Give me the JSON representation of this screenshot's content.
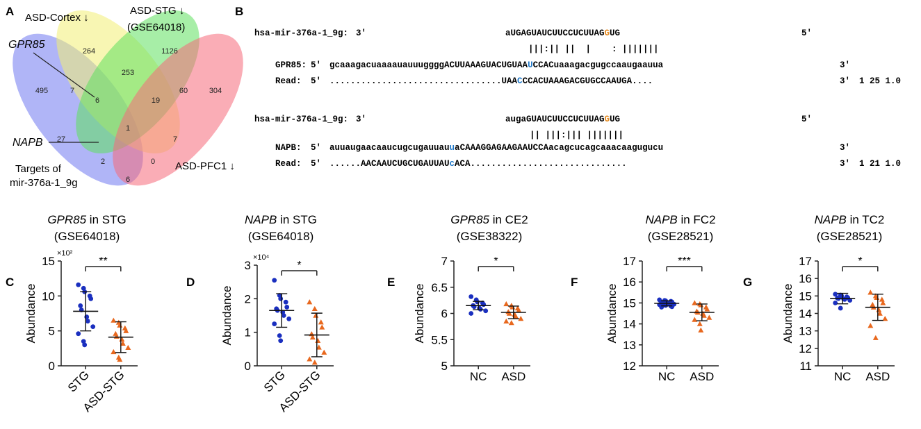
{
  "panel_labels": {
    "A": "A",
    "B": "B",
    "C": "C",
    "D": "D",
    "E": "E",
    "F": "F",
    "G": "G"
  },
  "venn": {
    "sets": [
      {
        "label": "Targets of mir-376a-1_9g",
        "line1": "Targets of",
        "line2": "mir-376a-1_9g",
        "color": "#6f78f0"
      },
      {
        "label": "ASD-Cortex ↓",
        "color": "#f2ee74"
      },
      {
        "label": "ASD-STG ↓",
        "line2": "(GSE64018)",
        "color": "#5ee05e"
      },
      {
        "label": "ASD-PFC1 ↓",
        "color": "#f56a7a"
      }
    ],
    "region_counts": [
      "495",
      "264",
      "1126",
      "304",
      "7",
      "253",
      "60",
      "6",
      "19",
      "7",
      "27",
      "1",
      "0",
      "2",
      "6"
    ],
    "callouts": [
      "GPR85",
      "NAPB"
    ]
  },
  "alignment": {
    "block1": {
      "mirna_label": "hsa-mir-376a-1_9g:",
      "mirna_prefix": "3'",
      "mirna_seq": [
        "aUGAGUAUCUUCCUCUUAG",
        "G",
        "UG"
      ],
      "mirna_end": "5'",
      "pairing": "|||:|| ||  |    : |||||||",
      "target_label": "GPR85:",
      "target_prefix": "5'",
      "target_seq": [
        "gcaaagacuaaaauauuugggg",
        "ACUUAAAGUACUGUAA",
        "U",
        "CCAC",
        "uaaagacgugccaaugaauua"
      ],
      "target_end": "3'",
      "read_label": "Read:",
      "read_prefix": "5'",
      "read_seq": [
        ".................................UAA",
        "C",
        "CCACUAAAGACGUGCCAAUGA...."
      ],
      "read_end": "3'",
      "read_stats": "1 25 1.0"
    },
    "block2": {
      "mirna_label": "hsa-mir-376a-1_9g:",
      "mirna_prefix": "3'",
      "mirna_seq": [
        "augaGUAUCUUCCUCUUAG",
        "G",
        "UG"
      ],
      "mirna_end": "5'",
      "pairing": "|| |||:||| |||||||",
      "target_label": "NAPB:",
      "target_prefix": "5'",
      "target_seq": [
        "auuaugaacaaucugcugauuau",
        "u",
        "a",
        "CAAAGGAGAAGAAUCCA",
        "acagcucagcaaacaagugucu"
      ],
      "target_end": "3'",
      "read_label": "Read:",
      "read_prefix": "5'",
      "read_seq": [
        "......AACAAUCUGCUGAUUAU",
        "c",
        "ACA.............................."
      ],
      "read_end": "3'",
      "read_stats": "1 21 1.0"
    },
    "colors": {
      "mismatch_mirna": "#e58a1f",
      "mismatch_target": "#1f78c8"
    }
  },
  "chart_data": [
    {
      "type": "scatter",
      "panel": "C",
      "title_italic": "GPR85",
      "title_rest": " in STG",
      "subtitle": "(GSE64018)",
      "ylabel": "Abundance",
      "multiplier": "×10²",
      "ylim": [
        0,
        15
      ],
      "yticks": [
        0,
        5,
        10,
        15
      ],
      "ytick_labels": [
        "0",
        "5",
        "10",
        "15"
      ],
      "categories": [
        "STG",
        "ASD-STG"
      ],
      "rotate_labels": true,
      "significance": "**",
      "series": [
        {
          "name": "STG",
          "color": "#1a2fbf",
          "marker": "circle",
          "mean": 7.8,
          "sd": 2.8,
          "values": [
            11.6,
            11.1,
            10.6,
            10.0,
            9.6,
            8.6,
            8.0,
            7.0,
            6.4,
            5.6,
            4.6,
            3.5,
            3.0
          ]
        },
        {
          "name": "ASD-STG",
          "color": "#e8681e",
          "marker": "triangle",
          "mean": 4.1,
          "sd": 2.2,
          "values": [
            6.5,
            6.2,
            5.8,
            5.4,
            5.0,
            4.6,
            4.2,
            3.8,
            3.2,
            2.6,
            2.0,
            1.2,
            0.9
          ]
        }
      ]
    },
    {
      "type": "scatter",
      "panel": "D",
      "title_italic": "NAPB",
      "title_rest": " in STG",
      "subtitle": "(GSE64018)",
      "ylabel": "Abundance",
      "multiplier": "×10⁴",
      "ylim": [
        0,
        3
      ],
      "yticks": [
        0,
        1,
        2,
        3
      ],
      "ytick_labels": [
        "0",
        "1",
        "2",
        "3"
      ],
      "categories": [
        "STG",
        "ASD-STG"
      ],
      "rotate_labels": true,
      "significance": "*",
      "series": [
        {
          "name": "STG",
          "color": "#1a2fbf",
          "marker": "circle",
          "mean": 1.65,
          "sd": 0.5,
          "values": [
            2.55,
            2.1,
            2.0,
            1.9,
            1.75,
            1.7,
            1.65,
            1.6,
            1.5,
            1.4,
            1.25,
            0.9,
            0.75
          ]
        },
        {
          "name": "ASD-STG",
          "color": "#e8681e",
          "marker": "triangle",
          "mean": 0.92,
          "sd": 0.65,
          "values": [
            1.9,
            1.7,
            1.5,
            1.3,
            1.15,
            0.95,
            0.85,
            0.75,
            0.55,
            0.4,
            0.2,
            0.1
          ]
        }
      ]
    },
    {
      "type": "scatter",
      "panel": "E",
      "title_italic": "GPR85",
      "title_rest": " in CE2",
      "subtitle": "(GSE38322)",
      "ylabel": "Abundance",
      "multiplier": "",
      "ylim": [
        5,
        7
      ],
      "yticks": [
        5,
        5.5,
        6,
        6.5,
        7
      ],
      "ytick_labels": [
        "5",
        "5.5",
        "6",
        "6.5",
        "7"
      ],
      "categories": [
        "NC",
        "ASD"
      ],
      "rotate_labels": false,
      "significance": "*",
      "series": [
        {
          "name": "NC",
          "color": "#1a2fbf",
          "marker": "circle",
          "mean": 6.15,
          "sd": 0.08,
          "values": [
            6.32,
            6.26,
            6.22,
            6.2,
            6.17,
            6.15,
            6.13,
            6.1,
            6.08,
            6.05,
            6.0
          ]
        },
        {
          "name": "ASD",
          "color": "#e8681e",
          "marker": "triangle",
          "mean": 6.02,
          "sd": 0.12,
          "values": [
            6.18,
            6.15,
            6.12,
            6.1,
            6.06,
            6.03,
            6.0,
            5.98,
            5.95,
            5.9,
            5.85,
            5.82
          ]
        }
      ]
    },
    {
      "type": "scatter",
      "panel": "F",
      "title_italic": "NAPB",
      "title_rest": " in FC2",
      "subtitle": "(GSE28521)",
      "ylabel": "Abundance",
      "multiplier": "",
      "ylim": [
        12,
        17
      ],
      "yticks": [
        12,
        13,
        14,
        15,
        16,
        17
      ],
      "ytick_labels": [
        "12",
        "13",
        "14",
        "15",
        "16",
        "17"
      ],
      "categories": [
        "NC",
        "ASD"
      ],
      "rotate_labels": false,
      "significance": "***",
      "series": [
        {
          "name": "NC",
          "color": "#1a2fbf",
          "marker": "circle",
          "mean": 14.98,
          "sd": 0.12,
          "values": [
            15.15,
            15.12,
            15.1,
            15.08,
            15.05,
            15.03,
            15.0,
            14.98,
            14.96,
            14.94,
            14.92,
            14.9,
            14.88,
            14.85,
            14.82,
            14.8
          ]
        },
        {
          "name": "ASD",
          "color": "#e8681e",
          "marker": "triangle",
          "mean": 14.55,
          "sd": 0.4,
          "values": [
            15.0,
            14.95,
            14.9,
            14.8,
            14.7,
            14.6,
            14.55,
            14.5,
            14.4,
            14.3,
            14.2,
            14.0,
            13.7
          ]
        }
      ]
    },
    {
      "type": "scatter",
      "panel": "G",
      "title_italic": "NAPB",
      "title_rest": " in TC2",
      "subtitle": "(GSE28521)",
      "ylabel": "Abundance",
      "multiplier": "",
      "ylim": [
        11,
        17
      ],
      "yticks": [
        11,
        12,
        13,
        14,
        15,
        16,
        17
      ],
      "ytick_labels": [
        "11",
        "12",
        "13",
        "14",
        "15",
        "16",
        "17"
      ],
      "categories": [
        "NC",
        "ASD"
      ],
      "rotate_labels": false,
      "significance": "*",
      "series": [
        {
          "name": "NC",
          "color": "#1a2fbf",
          "marker": "circle",
          "mean": 14.85,
          "sd": 0.3,
          "values": [
            15.1,
            15.05,
            15.0,
            14.95,
            14.9,
            14.88,
            14.85,
            14.82,
            14.8,
            14.75,
            14.6,
            14.3
          ]
        },
        {
          "name": "ASD",
          "color": "#e8681e",
          "marker": "triangle",
          "mean": 14.35,
          "sd": 0.75,
          "values": [
            15.2,
            15.0,
            14.9,
            14.8,
            14.6,
            14.5,
            14.35,
            14.2,
            14.0,
            13.7,
            13.3,
            12.6
          ]
        }
      ]
    }
  ]
}
